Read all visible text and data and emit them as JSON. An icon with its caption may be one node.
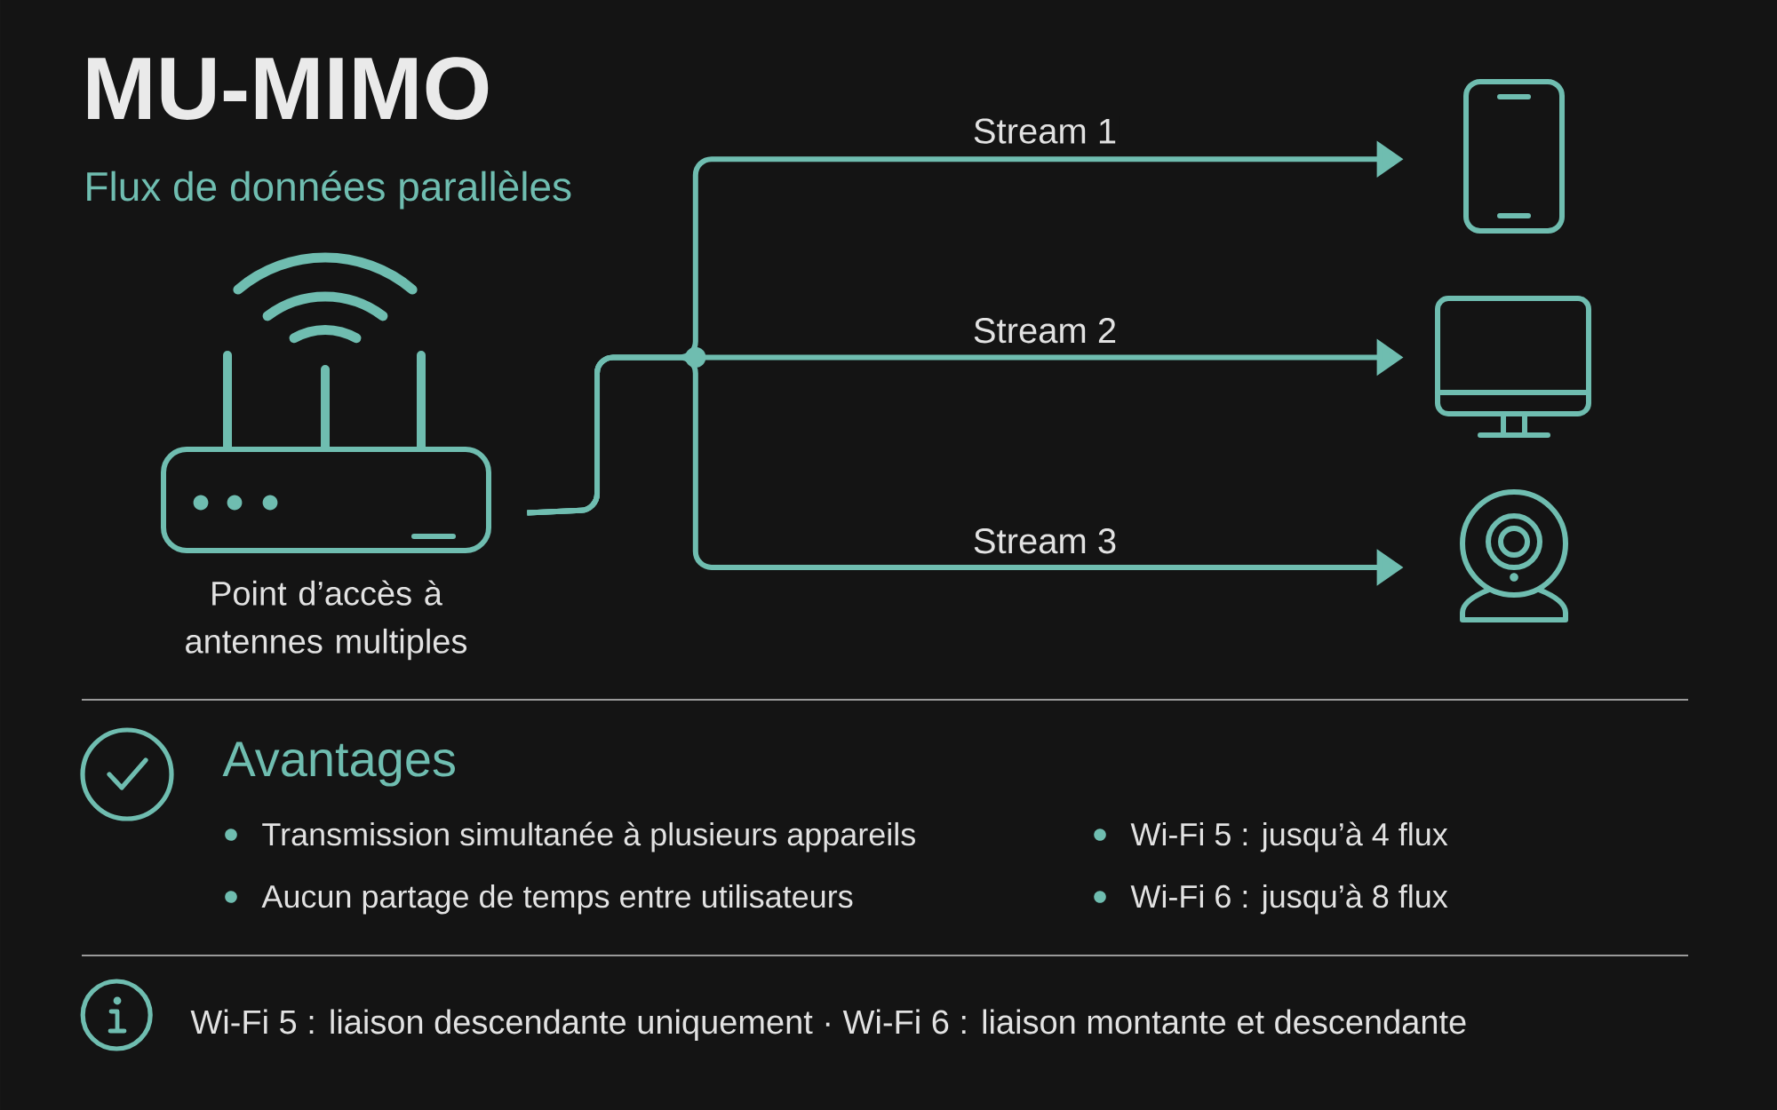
{
  "diagram": {
    "title": "MU-MIMO",
    "nodes": [
      {
        "text": [],
        "shape": "picture",
        "beside": [
          "Point d’accès à antennes multiples"
        ]
      },
      {
        "text": [],
        "shape": "picture"
      },
      {
        "text": [],
        "shape": "picture"
      },
      {
        "text": [],
        "shape": "picture"
      }
    ],
    "edges": [
      {
        "from": 0,
        "to": 1,
        "arrow": "to",
        "label": "Stream 1"
      },
      {
        "from": 0,
        "to": 2,
        "arrow": "to",
        "label": "Stream 2"
      },
      {
        "from": 0,
        "to": 3,
        "arrow": "to",
        "label": "Stream 3"
      }
    ],
    "labels": [
      "Flux de données parallèles",
      "Avantages",
      "Transmission simultanée à plusieurs appareils",
      "Wi-Fi 5 : jusqu’à 4 flux",
      "Aucun partage de temps entre utilisateurs",
      "Wi-Fi 6 : jusqu’à 8 flux",
      "Wi-Fi 5 : liaison descendante uniquement · Wi-Fi 6 : liaison montante et descendante"
    ]
  }
}
